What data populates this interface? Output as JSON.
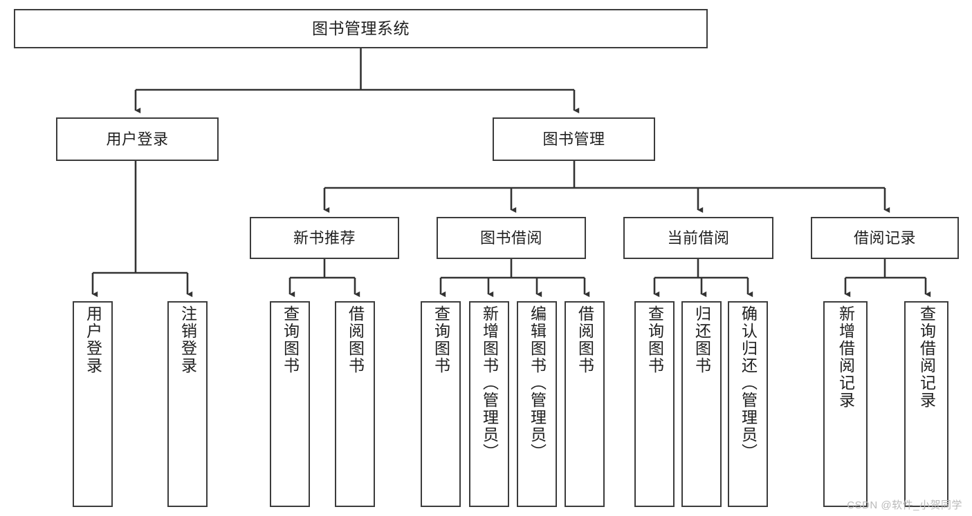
{
  "diagram": {
    "title": "图书管理系统",
    "type": "tree-hierarchy-chart",
    "orientation": "top-down",
    "colors": {
      "box_border": "#3c3c3c",
      "box_fill": "#ffffff",
      "connector": "#333333",
      "text": "#202020",
      "watermark": "#b9b9b9",
      "background": "#ffffff"
    },
    "root": {
      "label": "图书管理系统"
    },
    "level2": [
      {
        "label": "用户登录"
      },
      {
        "label": "图书管理"
      }
    ],
    "level3": [
      {
        "label": "新书推荐"
      },
      {
        "label": "图书借阅"
      },
      {
        "label": "当前借阅"
      },
      {
        "label": "借阅记录"
      }
    ],
    "leaves": {
      "user_login": [
        {
          "label": "用户登录"
        },
        {
          "label": "注销登录"
        }
      ],
      "new_book_recommend": [
        {
          "label": "查询图书"
        },
        {
          "label": "借阅图书"
        }
      ],
      "book_borrow": [
        {
          "label": "查询图书"
        },
        {
          "label": "新增图书（管理员）"
        },
        {
          "label": "编辑图书（管理员）"
        },
        {
          "label": "借阅图书"
        }
      ],
      "current_borrow": [
        {
          "label": "查询图书"
        },
        {
          "label": "归还图书"
        },
        {
          "label": "确认归还（管理员）"
        }
      ],
      "borrow_record": [
        {
          "label": "新增借阅记录"
        },
        {
          "label": "查询借阅记录"
        }
      ]
    }
  },
  "watermark": {
    "text": "CSDN @软件_小贺同学"
  }
}
